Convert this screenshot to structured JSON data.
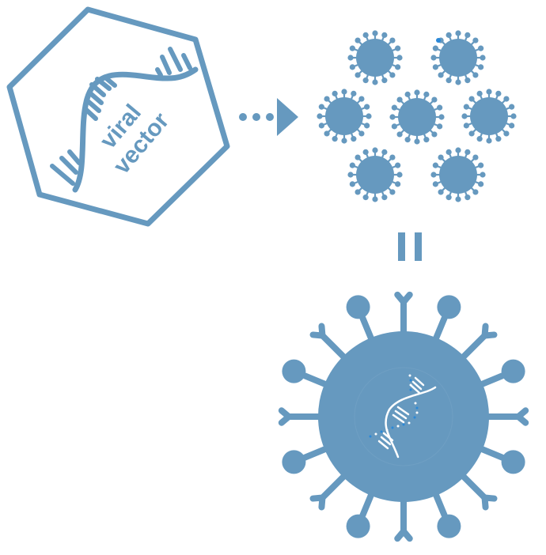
{
  "colors": {
    "primary": "#6699bf",
    "accent_dot": "#2a88d8",
    "background": "#ffffff",
    "dna_white": "#ffffff"
  },
  "vector": {
    "line1": "viral",
    "line2": "vector"
  },
  "diagram": {
    "flow": [
      "viral vector",
      "arrow",
      "virus particles",
      "equals",
      "virus with DNA"
    ],
    "small_virus_count": 7
  }
}
